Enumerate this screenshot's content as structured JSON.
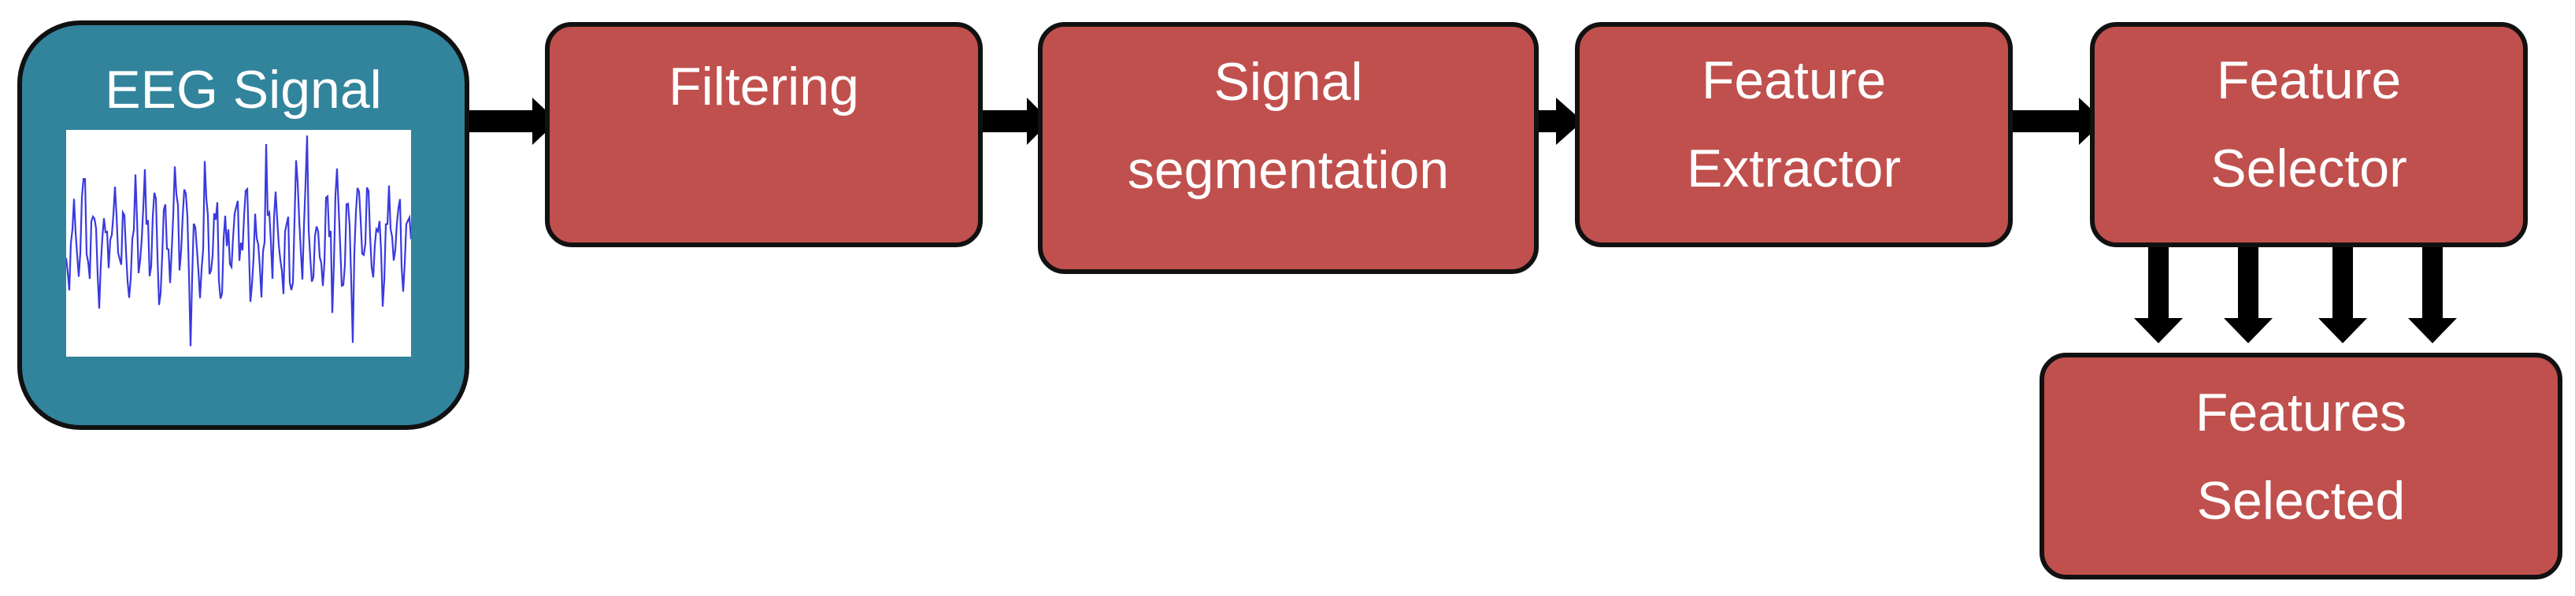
{
  "diagram": {
    "eeg_signal": {
      "title": "EEG Signal"
    },
    "filtering": {
      "label": "Filtering"
    },
    "signal_segmentation": {
      "line1": "Signal",
      "line2": "segmentation"
    },
    "feature_extractor": {
      "line1": "Feature",
      "line2": "Extractor"
    },
    "feature_selector": {
      "line1": "Feature",
      "line2": "Selector"
    },
    "features_selected": {
      "line1": "Features",
      "line2": "Selected"
    }
  },
  "colors": {
    "box_red": "#c0504d",
    "box_teal": "#31849b",
    "outline": "#111111",
    "waveform": "#3a3adf"
  }
}
